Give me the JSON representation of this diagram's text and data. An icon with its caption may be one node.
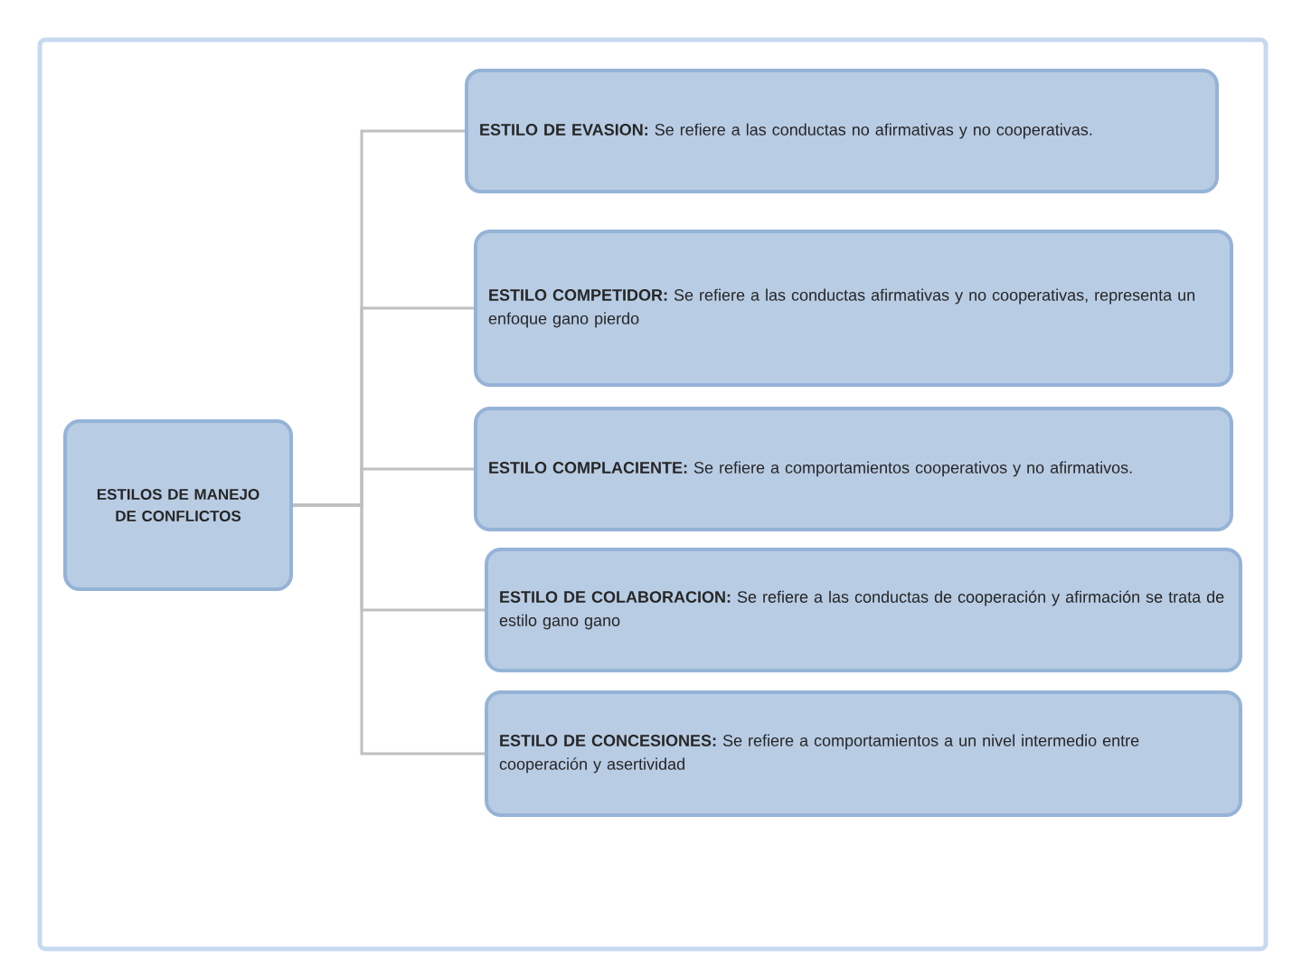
{
  "diagram": {
    "nodes": [
      {
        "text": [
          "ESTILOS DE MANEJO DE CONFLICTOS"
        ]
      },
      {
        "text": [
          "**ESTILO DE EVASION:** Se refiere a las conductas no afirmativas y no cooperativas."
        ]
      },
      {
        "text": [
          "**ESTILO COMPETIDOR:** Se refiere a las conductas afirmativas y no cooperativas, representa un enfoque gano pierdo"
        ]
      },
      {
        "text": [
          "**ESTILO COMPLACIENTE:** Se refiere a comportamientos cooperativos y no afirmativos."
        ]
      },
      {
        "text": [
          "**ESTILO DE COLABORACION:** Se refiere a las conductas de cooperación y afirmación se trata de estilo gano gano"
        ]
      },
      {
        "text": [
          "**ESTILO DE CONCESIONES:** Se refiere a comportamientos a un nivel intermedio entre cooperación y asertividad"
        ]
      }
    ],
    "edges": [
      {
        "from": 0,
        "to": 1,
        "arrow": "none"
      },
      {
        "from": 0,
        "to": 2,
        "arrow": "none"
      },
      {
        "from": 0,
        "to": 3,
        "arrow": "none"
      },
      {
        "from": 0,
        "to": 4,
        "arrow": "none"
      },
      {
        "from": 0,
        "to": 5,
        "arrow": "none"
      }
    ]
  }
}
